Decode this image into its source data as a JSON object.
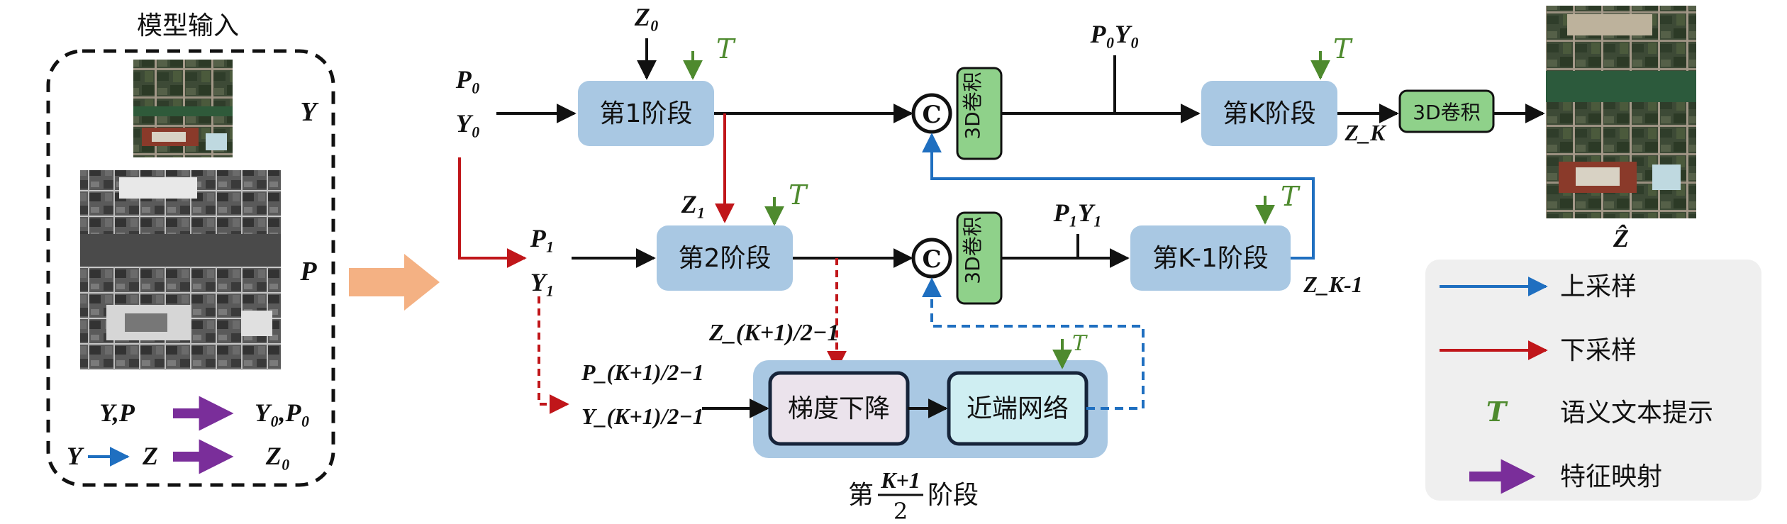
{
  "input_panel": {
    "title": "模型输入",
    "label_Y": "Y",
    "label_P": "P",
    "map1_left": "Y,P",
    "map1_right": "Y₀,P₀",
    "map2_Y": "Y",
    "map2_Z": "Z",
    "map2_right": "Z₀"
  },
  "stages": {
    "stage1": "第1阶段",
    "stage2": "第2阶段",
    "stageK": "第K阶段",
    "stageK1": "第K-1阶段",
    "grad": "梯度下降",
    "prox": "近端网络",
    "mid_prefix": "第",
    "mid_num": "K+1",
    "mid_den": "2",
    "mid_suffix": "阶段"
  },
  "blocks": {
    "conv3d_vertical": "3D卷积",
    "conv3d_final": "3D卷积",
    "concat": "C"
  },
  "symbols": {
    "T": "T",
    "Z0": "Z₀",
    "Z1": "Z₁",
    "ZK": "Z_K",
    "ZK1": "Z_K-1",
    "Zmid": "Z_(K+1)/2−1",
    "P0": "P₀",
    "Y0": "Y₀",
    "P1": "P₁",
    "Y1": "Y₁",
    "P0Y0": "P₀Y₀",
    "P1Y1": "P₁Y₁",
    "Pmid": "P_(K+1)/2−1",
    "Ymid": "Y_(K+1)/2−1",
    "Zhat": "Ẑ"
  },
  "legend": {
    "up": "上采样",
    "down": "下采样",
    "text": "语义文本提示",
    "feat": "特征映射",
    "T": "T"
  },
  "colors": {
    "stage_fill": "#a9c8e3",
    "conv_fill": "#8fd18a",
    "up_arrow": "#1f6fc0",
    "down_arrow": "#c0161a",
    "T_green": "#4e8a2e",
    "feat_purple": "#7a2e9a",
    "big_arrow": "#f4b183",
    "legend_bg": "#efefef"
  }
}
